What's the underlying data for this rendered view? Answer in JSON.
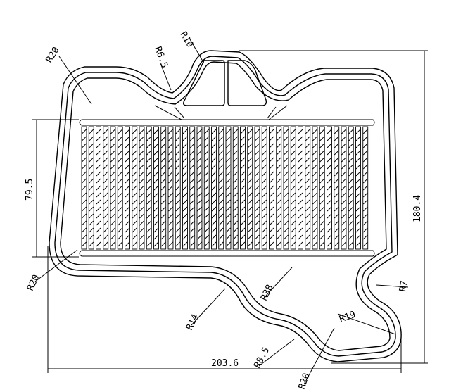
{
  "drawing": {
    "fin_count": 40,
    "dimensions": {
      "overall_width": "203.6",
      "overall_height": "180.4",
      "core_height": "79.5"
    },
    "radii": {
      "r10": "R10",
      "r6_5": "R6.5",
      "r20_top_left": "R20",
      "r20_left": "R20",
      "r38": "R38",
      "r14": "R14",
      "r7": "R7",
      "r19": "R19",
      "r8_5": "R8.5",
      "r20_bottom": "R20"
    }
  }
}
